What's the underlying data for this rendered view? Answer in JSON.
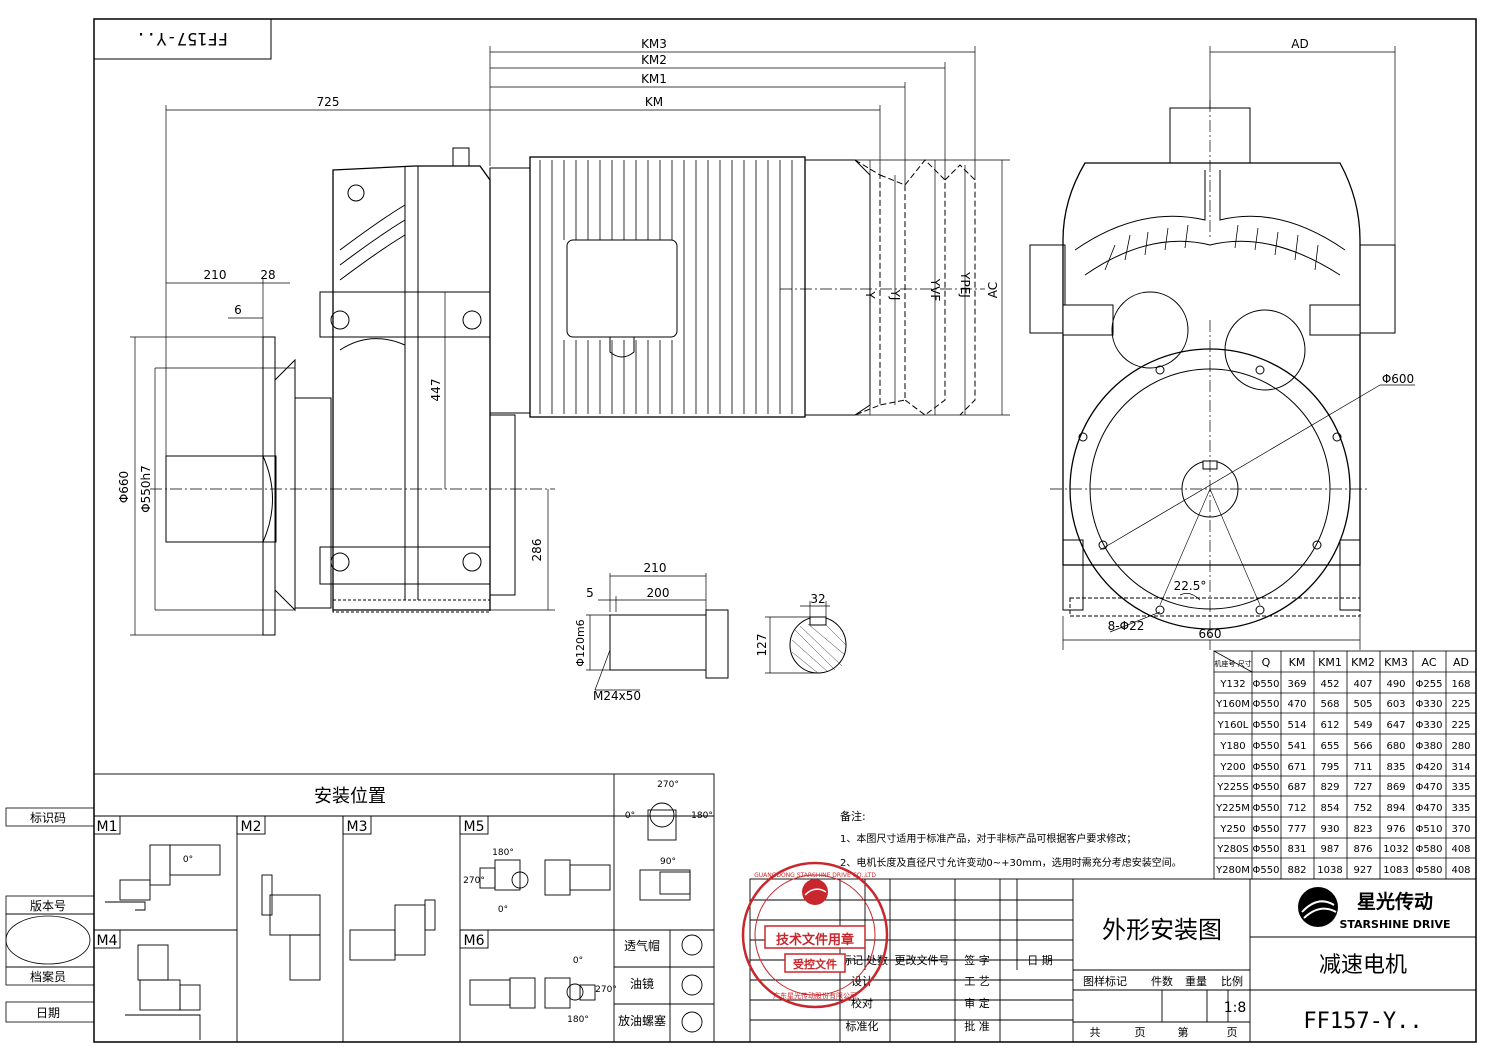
{
  "title_box_rotated": "FF157-Y..",
  "dims": {
    "km3": "KM3",
    "km2": "KM2",
    "km1": "KM1",
    "km": "KM",
    "d725": "725",
    "ad": "AD",
    "d210": "210",
    "d28": "28",
    "d6": "6",
    "d447": "447",
    "d286": "286",
    "d660": "Φ660",
    "d550h7": "Φ550h7",
    "d600": "Φ600",
    "d22": "8-Φ22",
    "d225": "22.5°",
    "d660b": "660",
    "y": "Y",
    "yj": "YJ",
    "yvf": "YVF",
    "ypej": "YPEJ",
    "ac": "AC",
    "shaft_210": "210",
    "shaft_5": "5",
    "shaft_200": "200",
    "shaft_dia": "Φ120m6",
    "shaft_thread": "M24x50",
    "key_32": "32",
    "key_127": "127"
  },
  "table": {
    "header_corner": "机座号 尺寸",
    "columns": [
      "Q",
      "KM",
      "KM1",
      "KM2",
      "KM3",
      "AC",
      "AD"
    ],
    "rows": [
      [
        "Y132",
        "Φ550",
        "369",
        "452",
        "407",
        "490",
        "Φ255",
        "168"
      ],
      [
        "Y160M",
        "Φ550",
        "470",
        "568",
        "505",
        "603",
        "Φ330",
        "225"
      ],
      [
        "Y160L",
        "Φ550",
        "514",
        "612",
        "549",
        "647",
        "Φ330",
        "225"
      ],
      [
        "Y180",
        "Φ550",
        "541",
        "655",
        "566",
        "680",
        "Φ380",
        "280"
      ],
      [
        "Y200",
        "Φ550",
        "671",
        "795",
        "711",
        "835",
        "Φ420",
        "314"
      ],
      [
        "Y225S",
        "Φ550",
        "687",
        "829",
        "727",
        "869",
        "Φ470",
        "335"
      ],
      [
        "Y225M",
        "Φ550",
        "712",
        "854",
        "752",
        "894",
        "Φ470",
        "335"
      ],
      [
        "Y250",
        "Φ550",
        "777",
        "930",
        "823",
        "976",
        "Φ510",
        "370"
      ],
      [
        "Y280S",
        "Φ550",
        "831",
        "987",
        "876",
        "1032",
        "Φ580",
        "408"
      ],
      [
        "Y280M",
        "Φ550",
        "882",
        "1038",
        "927",
        "1083",
        "Φ580",
        "408"
      ]
    ]
  },
  "mounting": {
    "title": "安装位置",
    "positions": [
      "M1",
      "M2",
      "M3",
      "M5",
      "M4",
      "M6"
    ],
    "angle_0": "0°",
    "angle_90": "90°",
    "angle_180": "180°",
    "angle_270": "270°",
    "legend": [
      "透气帽",
      "油镜",
      "放油螺塞"
    ]
  },
  "notes": {
    "heading": "备注:",
    "line1": "1、本图尺寸适用于标准产品，对于非标产品可根据客户要求修改；",
    "line2": "2、电机长度及直径尺寸允许变动0~+30mm，选用时需充分考虑安装空间。"
  },
  "left_strip": [
    "标识码",
    "版本号",
    "档案员",
    "日期"
  ],
  "stamp": {
    "ring": "GUANGDONG STARSHINE DRIVE CO.,LTD",
    "main": "技术文件用章",
    "sub": "受控文件",
    "bottom": "广东星光传动股份有限公司"
  },
  "title_block": {
    "drawing_name": "外形安装图",
    "company_cn": "星光传动",
    "company_en": "STARSHINE DRIVE",
    "product": "减速电机",
    "model": "FF157-Y..",
    "row_labels": [
      "标记",
      "处数",
      "更改文件号",
      "签 字",
      "日 期"
    ],
    "left_labels": [
      "设计",
      "校对",
      "标准化"
    ],
    "mid_labels": [
      "工 艺",
      "审 定",
      "批 准"
    ],
    "attr_labels": [
      "图样标记",
      "件数",
      "重量",
      "比例"
    ],
    "scale": "1:8",
    "bottom": [
      "共",
      "页",
      "第",
      "页"
    ]
  }
}
